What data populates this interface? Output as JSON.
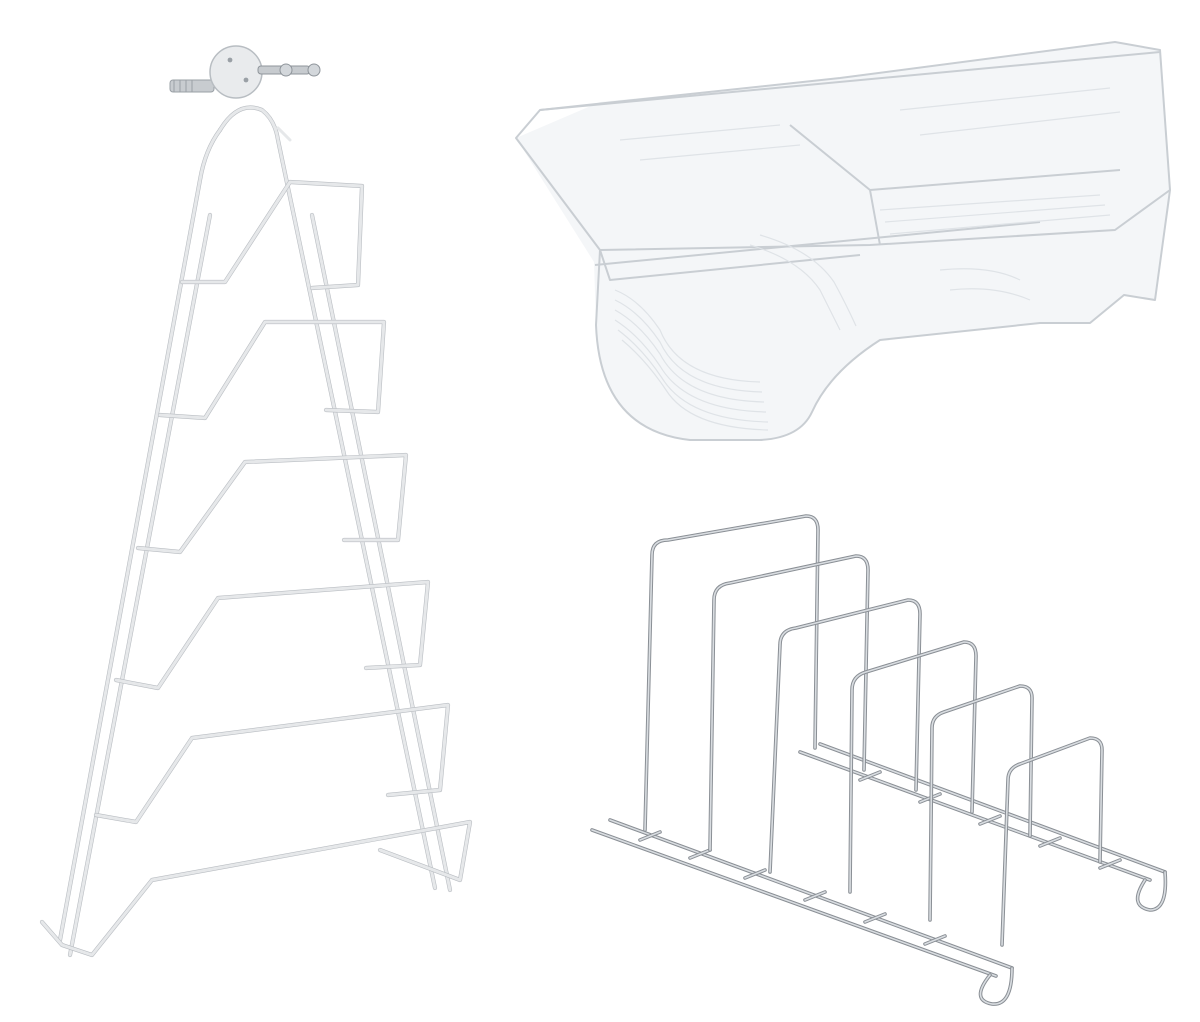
{
  "image": {
    "background_color": "#ffffff",
    "products": [
      {
        "name": "wall-mounted-pot-lid-rack",
        "color": "#e6e8ea"
      },
      {
        "name": "clear-plastic-divided-organizer",
        "color": "#dfe3e7"
      },
      {
        "name": "chrome-wire-lid-divider-rack",
        "color": "#c9cdd1"
      }
    ]
  }
}
